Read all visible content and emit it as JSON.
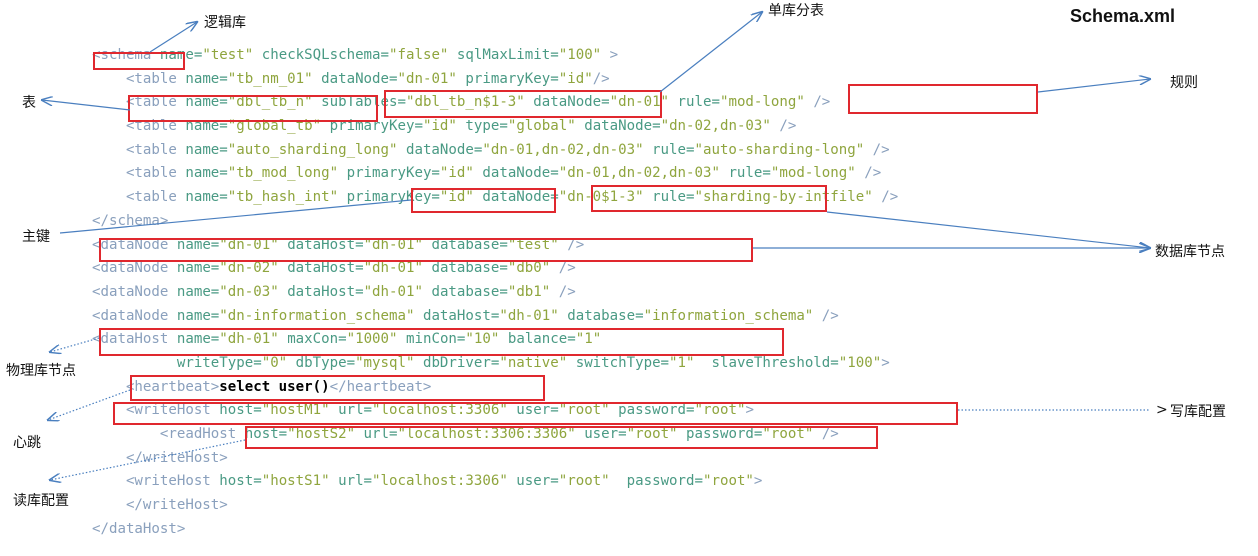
{
  "title": "Schema.xml",
  "code_lines": [
    [
      {
        "t": "<schema ",
        "c": "tag"
      },
      {
        "t": "name=",
        "c": "attr"
      },
      {
        "t": "\"test\"",
        "c": "val"
      },
      {
        "t": " checkSQLschema=",
        "c": "attr"
      },
      {
        "t": "\"false\"",
        "c": "val"
      },
      {
        "t": " sqlMaxLimit=",
        "c": "attr"
      },
      {
        "t": "\"100\"",
        "c": "val"
      },
      {
        "t": " >",
        "c": "tag"
      }
    ],
    [
      {
        "t": "    <table ",
        "c": "tag"
      },
      {
        "t": "name=",
        "c": "attr"
      },
      {
        "t": "\"tb_nm_01\"",
        "c": "val"
      },
      {
        "t": " dataNode=",
        "c": "attr"
      },
      {
        "t": "\"dn-01\"",
        "c": "val"
      },
      {
        "t": " primaryKey=",
        "c": "attr"
      },
      {
        "t": "\"id\"",
        "c": "val"
      },
      {
        "t": "/>",
        "c": "tag"
      }
    ],
    [
      {
        "t": "    <table ",
        "c": "tag"
      },
      {
        "t": "name=",
        "c": "attr"
      },
      {
        "t": "\"dbl_tb_n\"",
        "c": "val"
      },
      {
        "t": " subTables=",
        "c": "attr"
      },
      {
        "t": "\"dbl_tb_n$1-3\"",
        "c": "val"
      },
      {
        "t": " dataNode=",
        "c": "attr"
      },
      {
        "t": "\"dn-01\"",
        "c": "val"
      },
      {
        "t": " rule=",
        "c": "attr"
      },
      {
        "t": "\"mod-long\"",
        "c": "val"
      },
      {
        "t": " />",
        "c": "tag"
      }
    ],
    [
      {
        "t": "    <table ",
        "c": "tag"
      },
      {
        "t": "name=",
        "c": "attr"
      },
      {
        "t": "\"global_tb\"",
        "c": "val"
      },
      {
        "t": " primaryKey=",
        "c": "attr"
      },
      {
        "t": "\"id\"",
        "c": "val"
      },
      {
        "t": " type=",
        "c": "attr"
      },
      {
        "t": "\"global\"",
        "c": "val"
      },
      {
        "t": " dataNode=",
        "c": "attr"
      },
      {
        "t": "\"dn-02,dn-03\"",
        "c": "val"
      },
      {
        "t": " />",
        "c": "tag"
      }
    ],
    [
      {
        "t": "    <table ",
        "c": "tag"
      },
      {
        "t": "name=",
        "c": "attr"
      },
      {
        "t": "\"auto_sharding_long\"",
        "c": "val"
      },
      {
        "t": " dataNode=",
        "c": "attr"
      },
      {
        "t": "\"dn-01,dn-02,dn-03\"",
        "c": "val"
      },
      {
        "t": " rule=",
        "c": "attr"
      },
      {
        "t": "\"auto-sharding-long\"",
        "c": "val"
      },
      {
        "t": " />",
        "c": "tag"
      }
    ],
    [
      {
        "t": "    <table ",
        "c": "tag"
      },
      {
        "t": "name=",
        "c": "attr"
      },
      {
        "t": "\"tb_mod_long\"",
        "c": "val"
      },
      {
        "t": " primaryKey=",
        "c": "attr"
      },
      {
        "t": "\"id\"",
        "c": "val"
      },
      {
        "t": " dataNode=",
        "c": "attr"
      },
      {
        "t": "\"dn-01,dn-02,dn-03\"",
        "c": "val"
      },
      {
        "t": " rule=",
        "c": "attr"
      },
      {
        "t": "\"mod-long\"",
        "c": "val"
      },
      {
        "t": " />",
        "c": "tag"
      }
    ],
    [
      {
        "t": "    <table ",
        "c": "tag"
      },
      {
        "t": "name=",
        "c": "attr"
      },
      {
        "t": "\"tb_hash_int\"",
        "c": "val"
      },
      {
        "t": " primaryKey=",
        "c": "attr"
      },
      {
        "t": "\"id\"",
        "c": "val"
      },
      {
        "t": " dataNode=",
        "c": "attr"
      },
      {
        "t": "\"dn-0$1-3\"",
        "c": "val"
      },
      {
        "t": " rule=",
        "c": "attr"
      },
      {
        "t": "\"sharding-by-intfile\"",
        "c": "val"
      },
      {
        "t": " />",
        "c": "tag"
      }
    ],
    [
      {
        "t": "</schema>",
        "c": "tag"
      }
    ],
    [
      {
        "t": "<dataNode ",
        "c": "tag"
      },
      {
        "t": "name=",
        "c": "attr"
      },
      {
        "t": "\"dn-01\"",
        "c": "val"
      },
      {
        "t": " dataHost=",
        "c": "attr"
      },
      {
        "t": "\"dh-01\"",
        "c": "val"
      },
      {
        "t": " database=",
        "c": "attr"
      },
      {
        "t": "\"test\"",
        "c": "val"
      },
      {
        "t": " />",
        "c": "tag"
      }
    ],
    [
      {
        "t": "<dataNode ",
        "c": "tag"
      },
      {
        "t": "name=",
        "c": "attr"
      },
      {
        "t": "\"dn-02\"",
        "c": "val"
      },
      {
        "t": " dataHost=",
        "c": "attr"
      },
      {
        "t": "\"dh-01\"",
        "c": "val"
      },
      {
        "t": " database=",
        "c": "attr"
      },
      {
        "t": "\"db0\"",
        "c": "val"
      },
      {
        "t": " />",
        "c": "tag"
      }
    ],
    [
      {
        "t": "<dataNode ",
        "c": "tag"
      },
      {
        "t": "name=",
        "c": "attr"
      },
      {
        "t": "\"dn-03\"",
        "c": "val"
      },
      {
        "t": " dataHost=",
        "c": "attr"
      },
      {
        "t": "\"dh-01\"",
        "c": "val"
      },
      {
        "t": " database=",
        "c": "attr"
      },
      {
        "t": "\"db1\"",
        "c": "val"
      },
      {
        "t": " />",
        "c": "tag"
      }
    ],
    [
      {
        "t": "<dataNode ",
        "c": "tag"
      },
      {
        "t": "name=",
        "c": "attr"
      },
      {
        "t": "\"dn-information_schema\"",
        "c": "val"
      },
      {
        "t": " dataHost=",
        "c": "attr"
      },
      {
        "t": "\"dh-01\"",
        "c": "val"
      },
      {
        "t": " database=",
        "c": "attr"
      },
      {
        "t": "\"information_schema\"",
        "c": "val"
      },
      {
        "t": " />",
        "c": "tag"
      }
    ],
    [
      {
        "t": "<dataHost ",
        "c": "tag"
      },
      {
        "t": "name=",
        "c": "attr"
      },
      {
        "t": "\"dh-01\"",
        "c": "val"
      },
      {
        "t": " maxCon=",
        "c": "attr"
      },
      {
        "t": "\"1000\"",
        "c": "val"
      },
      {
        "t": " minCon=",
        "c": "attr"
      },
      {
        "t": "\"10\"",
        "c": "val"
      },
      {
        "t": " balance=",
        "c": "attr"
      },
      {
        "t": "\"1\"",
        "c": "val"
      }
    ],
    [
      {
        "t": "          writeType=",
        "c": "attr"
      },
      {
        "t": "\"0\"",
        "c": "val"
      },
      {
        "t": " dbType=",
        "c": "attr"
      },
      {
        "t": "\"mysql\"",
        "c": "val"
      },
      {
        "t": " dbDriver=",
        "c": "attr"
      },
      {
        "t": "\"native\"",
        "c": "val"
      },
      {
        "t": " switchType=",
        "c": "attr"
      },
      {
        "t": "\"1\"",
        "c": "val"
      },
      {
        "t": "  slaveThreshold=",
        "c": "attr"
      },
      {
        "t": "\"100\"",
        "c": "val"
      },
      {
        "t": ">",
        "c": "tag"
      }
    ],
    [
      {
        "t": "    <heartbeat>",
        "c": "tag"
      },
      {
        "t": "select user()",
        "c": "text"
      },
      {
        "t": "</heartbeat>",
        "c": "tag"
      }
    ],
    [
      {
        "t": "    <writeHost ",
        "c": "tag"
      },
      {
        "t": "host=",
        "c": "attr"
      },
      {
        "t": "\"hostM1\"",
        "c": "val"
      },
      {
        "t": " url=",
        "c": "attr"
      },
      {
        "t": "\"localhost:3306\"",
        "c": "val"
      },
      {
        "t": " user=",
        "c": "attr"
      },
      {
        "t": "\"root\"",
        "c": "val"
      },
      {
        "t": " password=",
        "c": "attr"
      },
      {
        "t": "\"root\"",
        "c": "val"
      },
      {
        "t": ">",
        "c": "tag"
      }
    ],
    [
      {
        "t": "        <readHost ",
        "c": "tag"
      },
      {
        "t": "host=",
        "c": "attr"
      },
      {
        "t": "\"hostS2\"",
        "c": "val"
      },
      {
        "t": " url=",
        "c": "attr"
      },
      {
        "t": "\"localhost:3306:3306\"",
        "c": "val"
      },
      {
        "t": " user=",
        "c": "attr"
      },
      {
        "t": "\"root\"",
        "c": "val"
      },
      {
        "t": " password=",
        "c": "attr"
      },
      {
        "t": "\"root\"",
        "c": "val"
      },
      {
        "t": " />",
        "c": "tag"
      }
    ],
    [
      {
        "t": "    </writeHost>",
        "c": "tag"
      }
    ],
    [
      {
        "t": "    <writeHost ",
        "c": "tag"
      },
      {
        "t": "host=",
        "c": "attr"
      },
      {
        "t": "\"hostS1\"",
        "c": "val"
      },
      {
        "t": " url=",
        "c": "attr"
      },
      {
        "t": "\"localhost:3306\"",
        "c": "val"
      },
      {
        "t": " user=",
        "c": "attr"
      },
      {
        "t": "\"root\"",
        "c": "val"
      },
      {
        "t": "  password=",
        "c": "attr"
      },
      {
        "t": "\"root\"",
        "c": "val"
      },
      {
        "t": ">",
        "c": "tag"
      }
    ],
    [
      {
        "t": "    </writeHost>",
        "c": "tag"
      }
    ],
    [
      {
        "t": "</dataHost>",
        "c": "tag"
      }
    ]
  ],
  "annotations": {
    "logical_db": "逻辑库",
    "single_db_shard": "单库分表",
    "rule": "规则",
    "table": "表",
    "primary_key": "主键",
    "data_node": "数据库节点",
    "physical_node": "物理库节点",
    "heartbeat": "心跳",
    "write_config": "写库配置",
    "read_config": "读库配置"
  },
  "colors": {
    "box": "#e0282e",
    "arrow": "#4a7fbf"
  }
}
